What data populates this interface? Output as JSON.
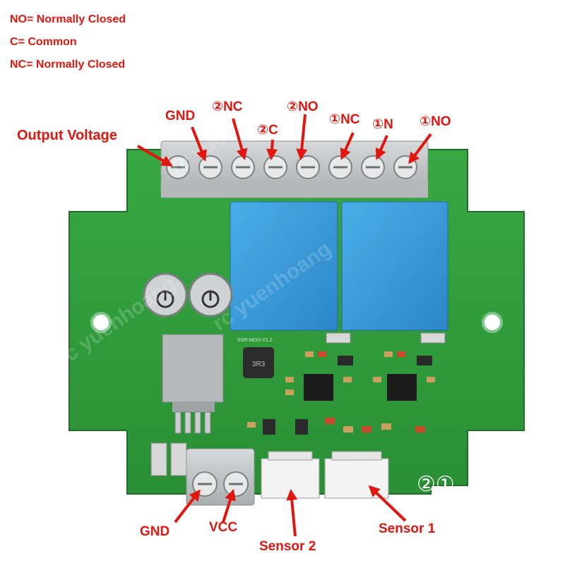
{
  "legend": [
    "NO= Normally Closed",
    "C= Common",
    "NC= Normally Closed"
  ],
  "labels": {
    "output_voltage": "Output Voltage",
    "gnd_top": "GND",
    "r2_nc": "②NC",
    "r2_c": "②C",
    "r2_no": "②NO",
    "r1_nc": "①NC",
    "r1_n": "①N",
    "r1_no": "①NO",
    "gnd_bottom": "GND",
    "vcc": "VCC",
    "sensor2": "Sensor 2",
    "sensor1": "Sensor 1"
  },
  "board": {
    "silkscreen_channels": "②①",
    "watermark": "rc yuenhoang",
    "inductor_mark": "3R3",
    "pcb_mark": "SSR-MOD-V1.2"
  },
  "colors": {
    "pcb": "#2f9a3a",
    "relay": "#3a9ad8",
    "terminal": "#c2c6c6",
    "annotation": "#e0160f"
  }
}
